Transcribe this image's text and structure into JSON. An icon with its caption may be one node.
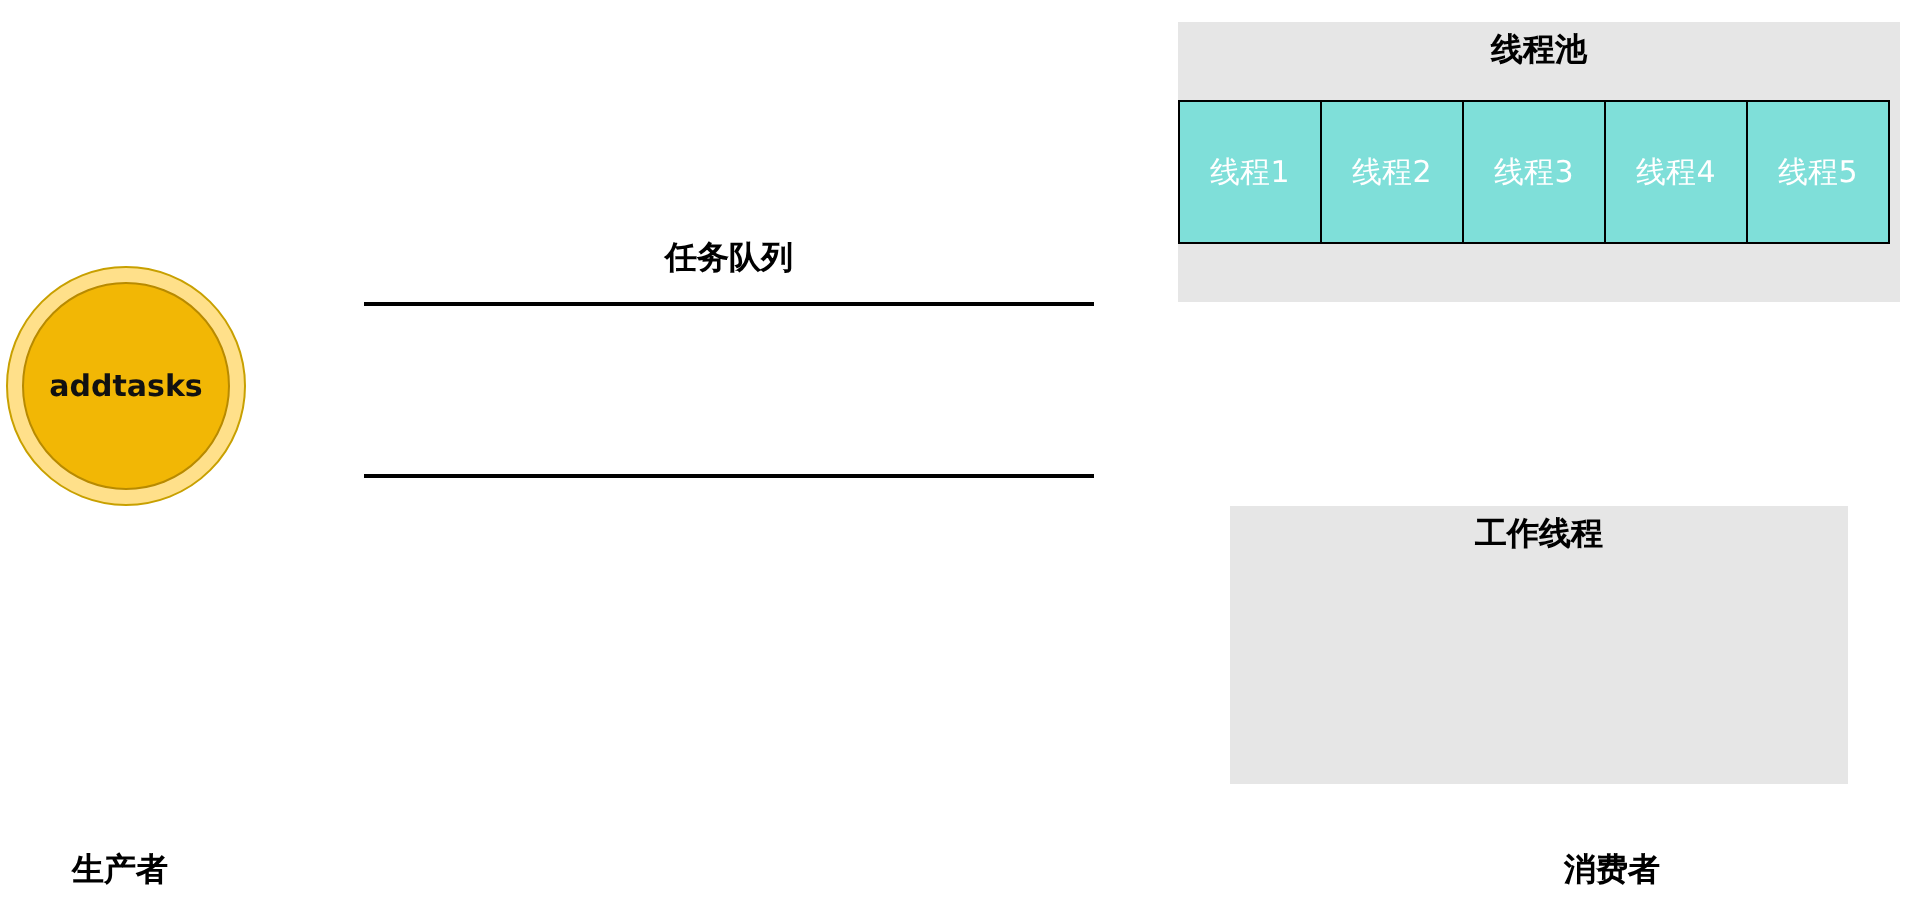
{
  "diagram": {
    "nodes": [
      {
        "text": [
          "addtasks"
        ]
      },
      {
        "text": [
          "任务队列"
        ]
      },
      {
        "text": [
          "线程池"
        ]
      },
      {
        "text": [
          "线程1"
        ],
        "in": 2
      },
      {
        "text": [
          "线程2"
        ],
        "in": 2
      },
      {
        "text": [
          "线程3"
        ],
        "in": 2
      },
      {
        "text": [
          "线程4"
        ],
        "in": 2
      },
      {
        "text": [
          "线程5"
        ],
        "in": 2
      },
      {
        "text": [
          "工作线程"
        ]
      }
    ],
    "labels": [
      "生产者",
      "消费者"
    ]
  }
}
